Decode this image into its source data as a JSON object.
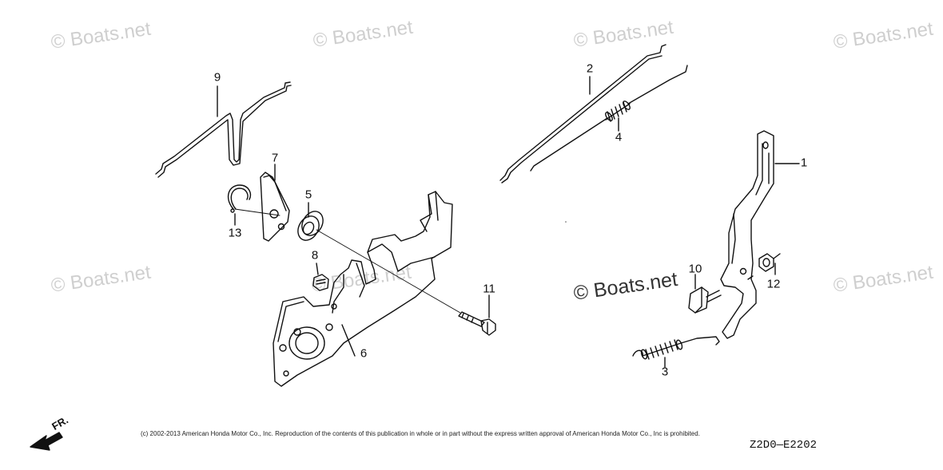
{
  "watermark_text": "© Boats.net",
  "callouts": [
    "9",
    "7",
    "5",
    "13",
    "8",
    "6",
    "11",
    "2",
    "4",
    "1",
    "10",
    "12",
    "3"
  ],
  "copyright": "(c) 2002-2013 American Honda Motor Co., Inc. Reproduction of the contents of this publication in whole or in part without the express written approval of American Honda Motor Co., Inc is prohibited.",
  "diagram_code": "Z2D0—E2202",
  "front_indicator": "FR."
}
